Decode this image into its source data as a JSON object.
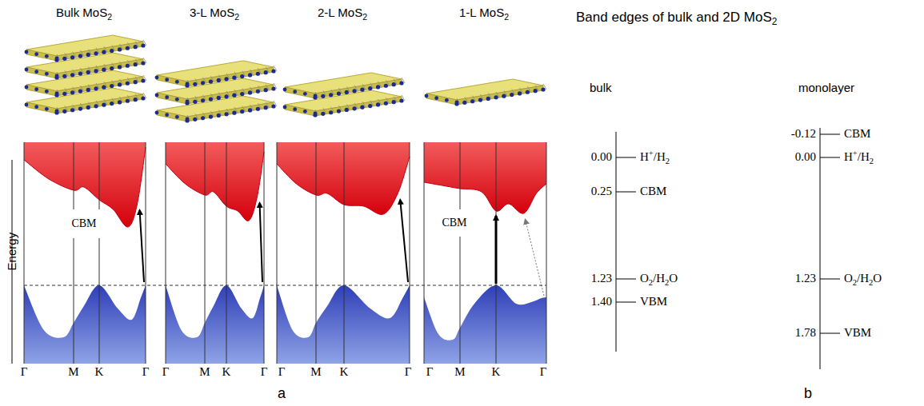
{
  "diagram": {
    "title": "Band edges of bulk and 2D MoS2",
    "nodes": [
      {
        "text": [
          "CBM"
        ]
      },
      {
        "text": [
          "CBM"
        ]
      }
    ],
    "labels": [
      "Bulk MoS2",
      "3-L MoS2",
      "2-L MoS2",
      "1-L MoS2",
      "Energy",
      "Γ",
      "M",
      "K",
      "Γ",
      "Γ",
      "M",
      "K",
      "Γ",
      "Γ",
      "M",
      "K",
      "Γ",
      "Γ",
      "M",
      "K",
      "Γ",
      "a",
      "bulk",
      "monolayer",
      "0.00",
      "H+/H2",
      "0.25",
      "CBM",
      "1.23",
      "O2/H2O",
      "1.40",
      "VBM",
      "-0.12",
      "CBM",
      "0.00",
      "H+/H2",
      "1.23",
      "O2/H2O",
      "1.78",
      "VBM",
      "b"
    ]
  }
}
